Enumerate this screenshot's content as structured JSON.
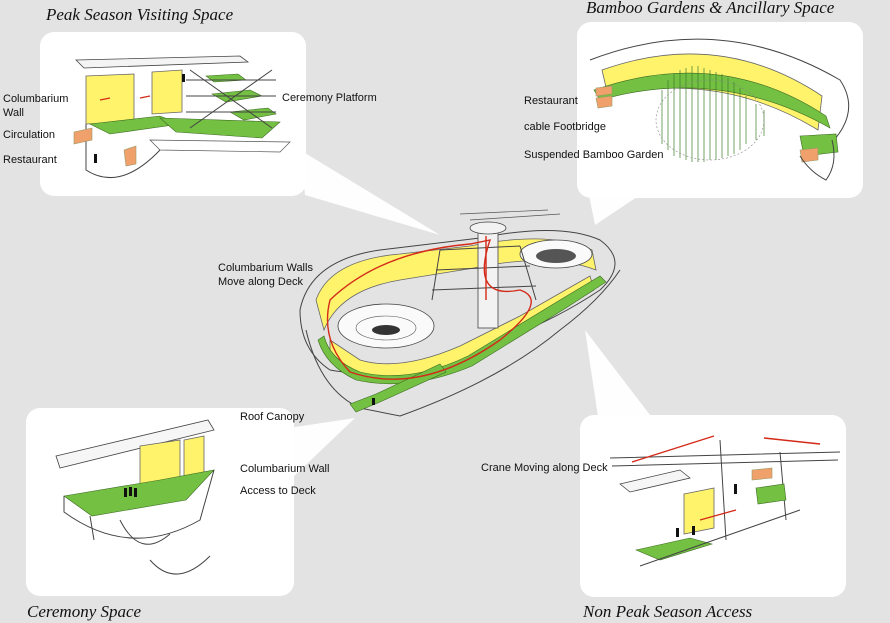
{
  "panels": {
    "peak": {
      "title": "Peak Season Visiting Space",
      "labels": {
        "columbarium_wall": "Columbarium\nWall",
        "circulation": "Circulation",
        "restaurant": "Restaurant",
        "ceremony_platform": "Ceremony Platform"
      }
    },
    "bamboo": {
      "title": "Bamboo Gardens & Ancillary Space",
      "labels": {
        "restaurant": "Restaurant",
        "cable_footbridge": "cable Footbridge",
        "suspended_bamboo_garden": "Suspended Bamboo Garden"
      }
    },
    "central": {
      "labels": {
        "columbarium_walls_move": "Columbarium Walls\nMove along Deck"
      }
    },
    "ceremony": {
      "title": "Ceremony Space",
      "labels": {
        "roof_canopy": "Roof Canopy",
        "columbarium_wall": "Columbarium Wall",
        "access_to_deck": "Access to Deck"
      }
    },
    "nonpeak": {
      "title": "Non Peak Season Access",
      "labels": {
        "crane_moving": "Crane Moving along Deck"
      }
    }
  },
  "colors": {
    "background": "#e3e3e3",
    "card": "#ffffff",
    "columbarium_wall": "#fff36b",
    "deck": "#74c043",
    "restaurant": "#f0a06a",
    "circulation_arrow": "#d42a18"
  }
}
